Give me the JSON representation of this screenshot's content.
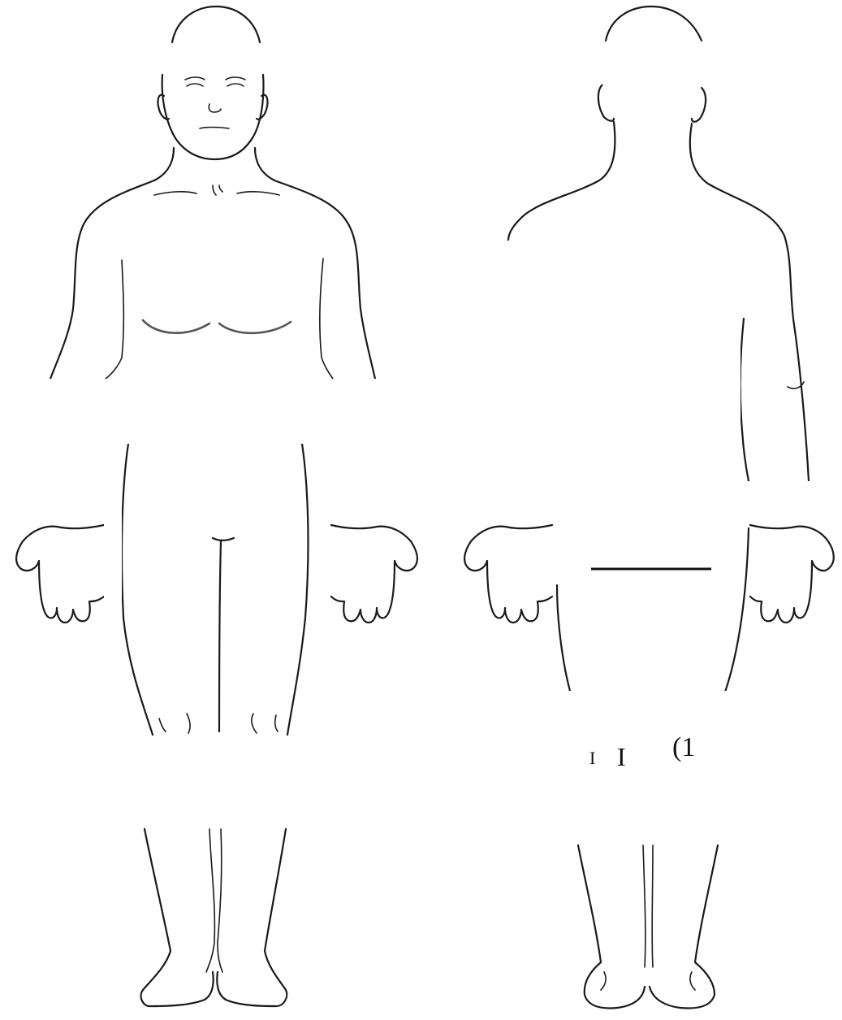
{
  "diagram": {
    "views": [
      {
        "id": "front",
        "label": ""
      },
      {
        "id": "back",
        "label": ""
      }
    ],
    "stray_marks": [
      "I",
      "I",
      "(1"
    ]
  }
}
